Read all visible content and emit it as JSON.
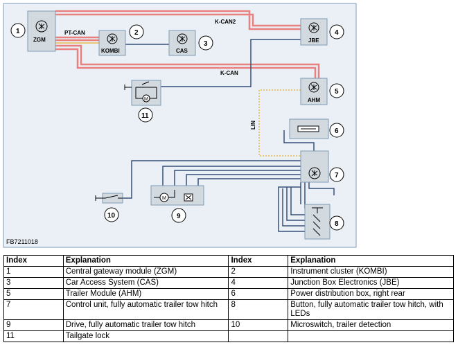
{
  "diagram": {
    "code": "FB7211018",
    "modules": {
      "zgm": "ZGM",
      "kombi": "KOMBI",
      "cas": "CAS",
      "jbe": "JBE",
      "ahm": "AHM"
    },
    "buses": {
      "kcan2": "K-CAN2",
      "ptcan": "PT-CAN",
      "kcan": "K-CAN",
      "lin": "LIN"
    },
    "callouts": [
      "1",
      "2",
      "3",
      "4",
      "5",
      "6",
      "7",
      "8",
      "9",
      "10",
      "11"
    ],
    "colors": {
      "can_bus": "#e98080",
      "wire": "#36507a",
      "lin": "#e8b84a",
      "panel_bg": "#eaf0f5",
      "box_fill": "#d2d9df"
    }
  },
  "legend": {
    "headers": {
      "index": "Index",
      "explanation": "Explanation"
    },
    "rows": [
      {
        "i1": "1",
        "e1": "Central gateway module (ZGM)",
        "i2": "2",
        "e2": "Instrument cluster (KOMBI)"
      },
      {
        "i1": "3",
        "e1": "Car Access System (CAS)",
        "i2": "4",
        "e2": "Junction Box Electronics (JBE)"
      },
      {
        "i1": "5",
        "e1": "Trailer Module (AHM)",
        "i2": "6",
        "e2": "Power distribution box, right rear"
      },
      {
        "i1": "7",
        "e1": "Control unit, fully automatic trailer tow hitch",
        "i2": "8",
        "e2": "Button, fully automatic trailer tow hitch, with LEDs"
      },
      {
        "i1": "9",
        "e1": "Drive, fully automatic trailer tow hitch",
        "i2": "10",
        "e2": "Microswitch, trailer detection"
      },
      {
        "i1": "11",
        "e1": "Tailgate lock",
        "i2": "",
        "e2": ""
      }
    ]
  }
}
